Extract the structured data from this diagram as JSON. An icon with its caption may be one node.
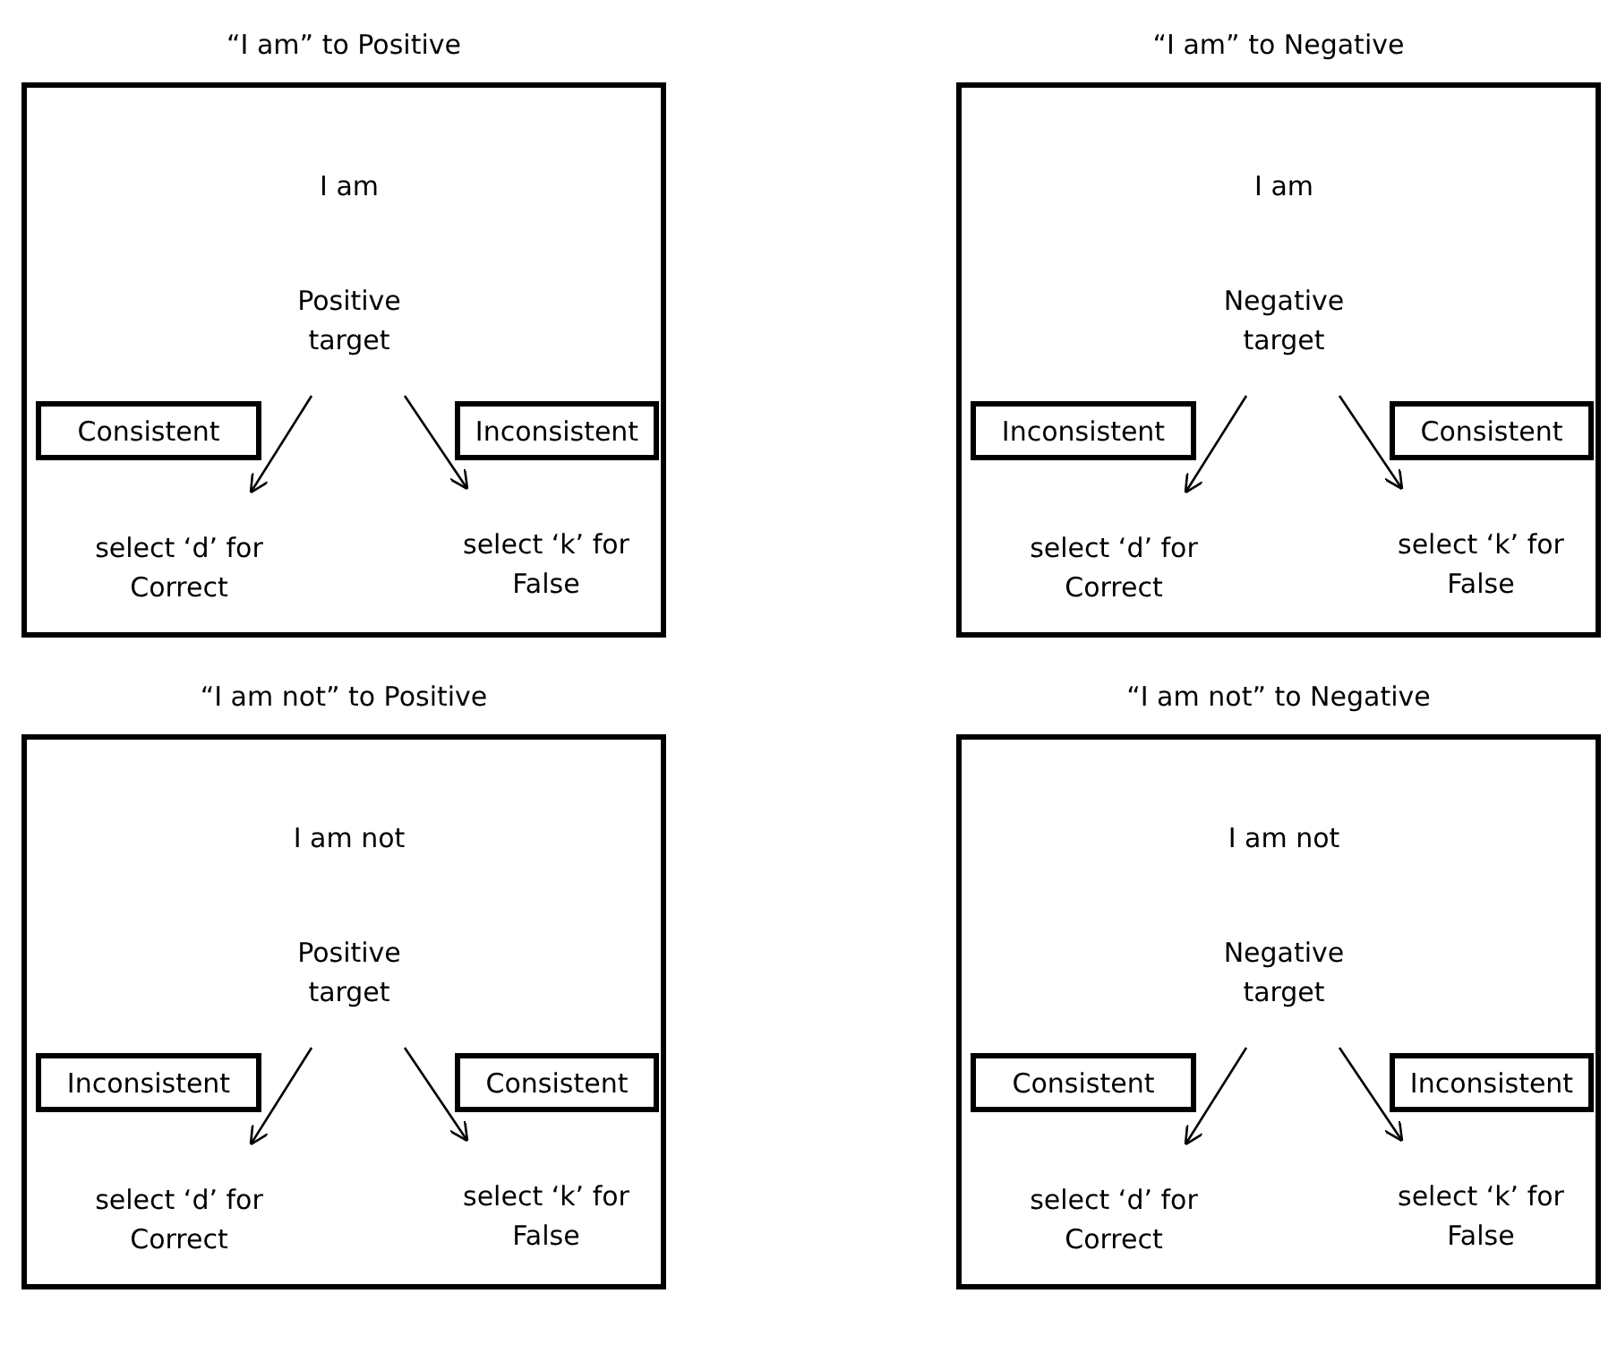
{
  "diagram": {
    "nodes": [
      {
        "text": [
          "“I am” to Positive"
        ]
      },
      {
        "text": [
          "I am"
        ],
        "in": 0
      },
      {
        "text": [
          "Positive target"
        ],
        "in": 0
      },
      {
        "text": [
          "Consistent"
        ],
        "in": 0
      },
      {
        "text": [
          "Inconsistent"
        ],
        "in": 0
      },
      {
        "text": [
          "select ‘d’ for Correct"
        ],
        "in": 0
      },
      {
        "text": [
          "select ‘k’ for False"
        ],
        "in": 0
      },
      {
        "text": [
          "“I am” to Negative"
        ]
      },
      {
        "text": [
          "I am"
        ],
        "in": 7
      },
      {
        "text": [
          "Negative target"
        ],
        "in": 7
      },
      {
        "text": [
          "Inconsistent"
        ],
        "in": 7
      },
      {
        "text": [
          "Consistent"
        ],
        "in": 7
      },
      {
        "text": [
          "select ‘d’ for Correct"
        ],
        "in": 7
      },
      {
        "text": [
          "select ‘k’ for False"
        ],
        "in": 7
      },
      {
        "text": [
          "“I am not” to Positive"
        ]
      },
      {
        "text": [
          "I am not"
        ],
        "in": 14
      },
      {
        "text": [
          "Positive target"
        ],
        "in": 14
      },
      {
        "text": [
          "Inconsistent"
        ],
        "in": 14
      },
      {
        "text": [
          "Consistent"
        ],
        "in": 14
      },
      {
        "text": [
          "select ‘d’ for Correct"
        ],
        "in": 14
      },
      {
        "text": [
          "select ‘k’ for False"
        ],
        "in": 14
      },
      {
        "text": [
          "“I am not” to Negative"
        ]
      },
      {
        "text": [
          "I am not"
        ],
        "in": 21
      },
      {
        "text": [
          "Negative target"
        ],
        "in": 21
      },
      {
        "text": [
          "Consistent"
        ],
        "in": 21
      },
      {
        "text": [
          "Inconsistent"
        ],
        "in": 21
      },
      {
        "text": [
          "select ‘d’ for Correct"
        ],
        "in": 21
      },
      {
        "text": [
          "select ‘k’ for False"
        ],
        "in": 21
      }
    ],
    "edges": [
      {
        "from": 2,
        "to": 5,
        "arrow": "to"
      },
      {
        "from": 2,
        "to": 6,
        "arrow": "to"
      },
      {
        "from": 9,
        "to": 12,
        "arrow": "to"
      },
      {
        "from": 9,
        "to": 13,
        "arrow": "to"
      },
      {
        "from": 16,
        "to": 19,
        "arrow": "to"
      },
      {
        "from": 16,
        "to": 20,
        "arrow": "to"
      },
      {
        "from": 23,
        "to": 26,
        "arrow": "to"
      },
      {
        "from": 23,
        "to": 27,
        "arrow": "to"
      }
    ]
  }
}
